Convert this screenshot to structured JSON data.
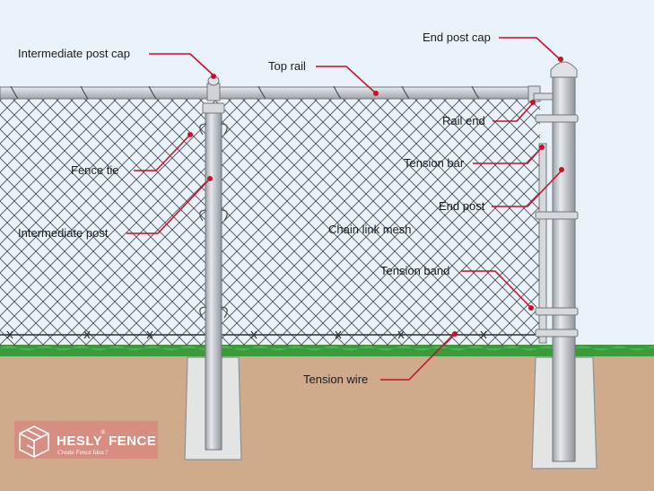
{
  "labels": {
    "intermediate_post_cap": "Intermediate post cap",
    "top_rail": "Top rail",
    "end_post_cap": "End post cap",
    "rail_end": "Rail end",
    "tension_bar": "Tension bar",
    "fence_tie": "Fence tie",
    "end_post": "End post",
    "intermediate_post": "Intermediate post",
    "chain_link_mesh": "Chain link mesh",
    "tension_band": "Tension band",
    "tension_wire": "Tension wire"
  },
  "watermark": {
    "brand": "HESLY",
    "brand_suffix": "FENCE",
    "registered": "®",
    "tagline": "Create Fence Idea !"
  },
  "colors": {
    "sky": "#e9f2f8",
    "ground": "#cfab8c",
    "grass": "#3b9a3a",
    "metal": "#c7ccd1",
    "metal_edge": "#6f767c",
    "concrete": "#e3e4e4",
    "leader": "#c8102e",
    "watermark": "#d9867e"
  }
}
